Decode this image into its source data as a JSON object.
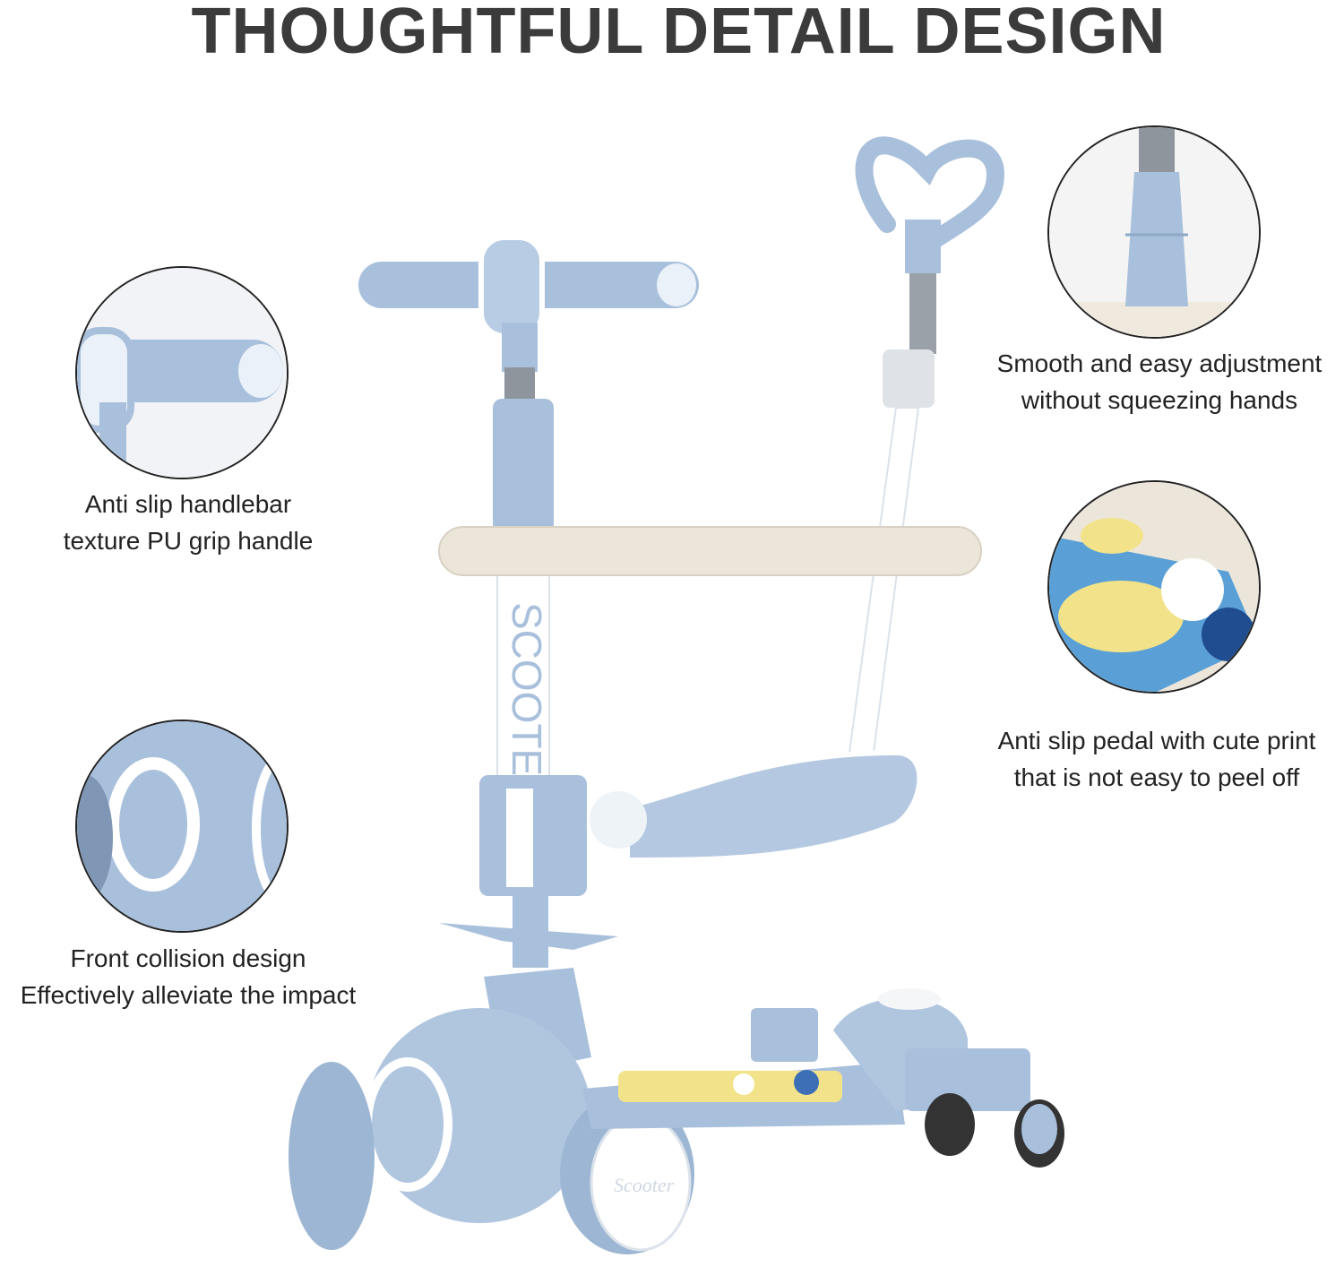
{
  "title": "THOUGHTFUL DETAIL DESIGN",
  "features": [
    {
      "lines": [
        "Anti slip handlebar",
        "texture PU grip handle"
      ]
    },
    {
      "lines": [
        "Front collision design",
        "Effectively alleviate the impact"
      ]
    },
    {
      "lines": [
        "Smooth and easy adjustment",
        "without squeezing hands"
      ]
    },
    {
      "lines": [
        "Anti slip pedal with cute print",
        "that is not easy to peel off"
      ]
    }
  ],
  "product_print": {
    "stem_text": "SCOOTER",
    "wheel_text": "Scooter"
  },
  "colors": {
    "title": "#3b3b3b",
    "scooter_blue": "#a9c0dc",
    "seat_beige": "#ece6da"
  }
}
